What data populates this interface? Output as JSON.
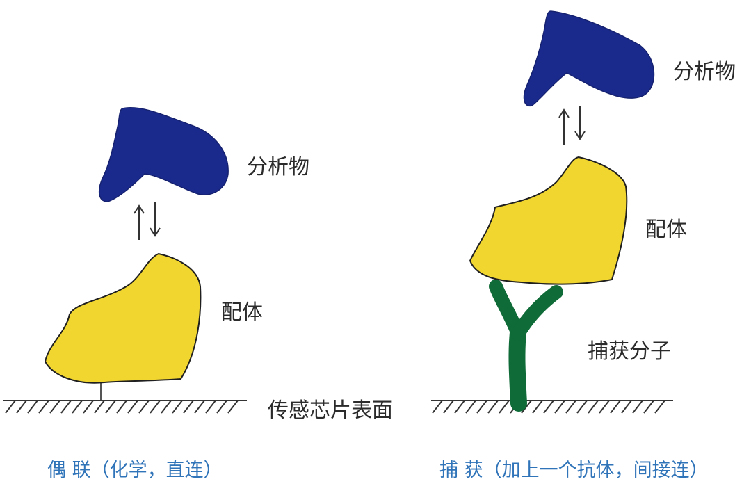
{
  "left_panel": {
    "analyte_label": "分析物",
    "ligand_label": "配体",
    "surface_label": "传感芯片表面",
    "caption": "偶 联（化学，直连）"
  },
  "right_panel": {
    "analyte_label": "分析物",
    "ligand_label": "配体",
    "capture_label": "捕获分子",
    "caption": "捕 获（加上一个抗体，间接连）"
  },
  "colors": {
    "analyte": "#1a2a8c",
    "ligand": "#f2d630",
    "capture_molecule": "#0f6b37",
    "caption_text": "#2f73b8",
    "label_text": "#2b2b2b"
  }
}
